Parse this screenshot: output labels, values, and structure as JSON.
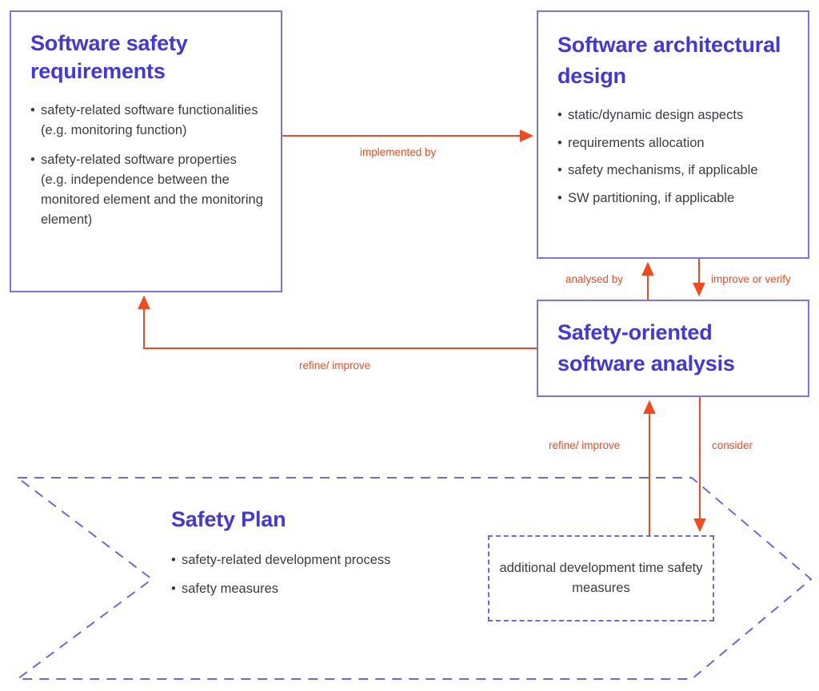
{
  "theme": {
    "heading_blue": "#4136e0",
    "border_blue": "#7a72ee",
    "dashed_blue": "#6f66e6",
    "arrow_orange": "#f4491d",
    "body_text": "#3b3b42",
    "background": "#ffffff"
  },
  "nodes": {
    "requirements": {
      "title": "Software safety requirements",
      "bullets": [
        "safety-related software functionalities (e.g. monitoring function)",
        "safety-related software properties (e.g. independence between the monitored element and the monitoring element)"
      ]
    },
    "architecture": {
      "title": "Software architectural design",
      "bullets": [
        "static/dynamic design aspects",
        "requirements allocation",
        "safety mechanisms, if applicable",
        "SW partitioning, if applicable"
      ]
    },
    "analysis": {
      "title": "Safety-oriented software analysis"
    },
    "safety_plan": {
      "title": "Safety Plan",
      "bullets": [
        "safety-related development process",
        "safety measures"
      ]
    },
    "additional_measures": {
      "text": "additional development time safety measures"
    }
  },
  "edges": [
    {
      "id": "implemented-by",
      "label": "implemented by",
      "from": "requirements",
      "to": "architecture",
      "direction": "right"
    },
    {
      "id": "refine-improve-requirements",
      "label": "refine/ improve",
      "from": "analysis",
      "to": "requirements",
      "direction": "left-up"
    },
    {
      "id": "analysed-by",
      "label": "analysed by",
      "from": "analysis",
      "to": "architecture",
      "direction": "up"
    },
    {
      "id": "improve-or-verify",
      "label": "improve or verify",
      "from": "architecture",
      "to": "analysis",
      "direction": "down"
    },
    {
      "id": "refine-improve-analysis",
      "label": "refine/ improve",
      "from": "additional_measures",
      "to": "analysis",
      "direction": "up"
    },
    {
      "id": "consider",
      "label": "consider",
      "from": "analysis",
      "to": "additional_measures",
      "direction": "down"
    }
  ]
}
